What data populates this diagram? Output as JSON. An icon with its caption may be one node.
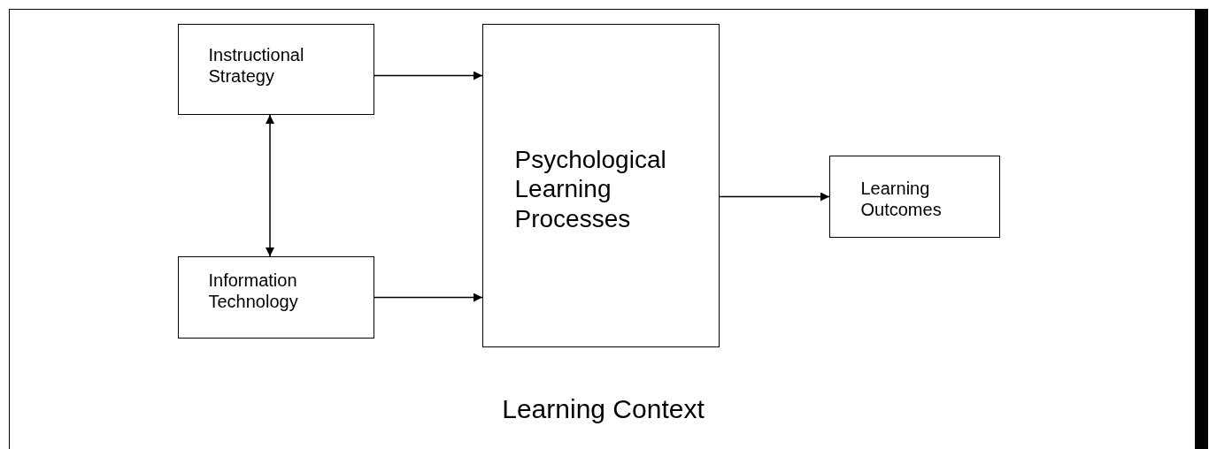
{
  "diagram": {
    "nodes": [
      {
        "text": [
          "Learning Context"
        ]
      },
      {
        "text": [
          "Instructional Strategy"
        ],
        "in": 0
      },
      {
        "text": [
          "Information Technology"
        ],
        "in": 0
      },
      {
        "text": [
          "Psychological Learning Processes"
        ],
        "in": 0
      },
      {
        "text": [
          "Learning Outcomes"
        ],
        "in": 0
      }
    ],
    "edges": [
      {
        "from": 1,
        "to": 3,
        "arrow": "to"
      },
      {
        "from": 2,
        "to": 3,
        "arrow": "to"
      },
      {
        "from": 1,
        "to": 2,
        "arrow": "both"
      },
      {
        "from": 3,
        "to": 4,
        "arrow": "to"
      }
    ]
  }
}
